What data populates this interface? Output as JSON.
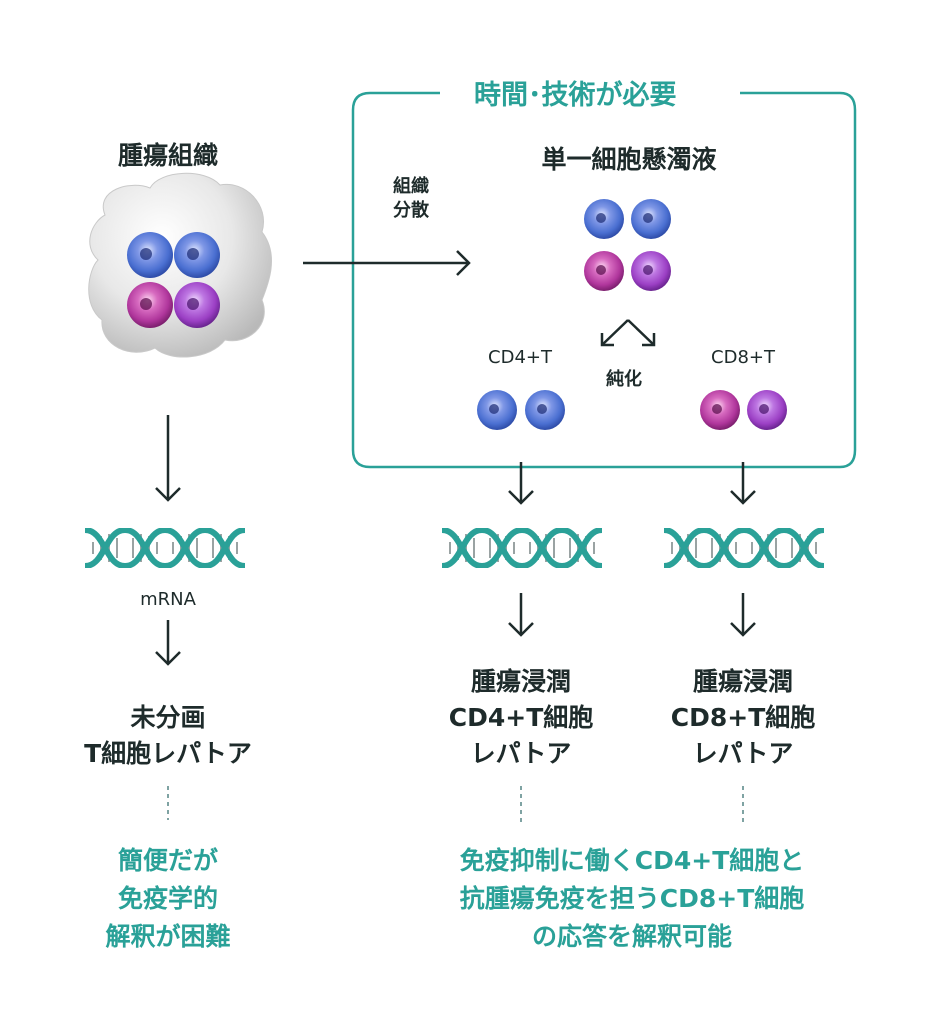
{
  "box": {
    "title": "時間･技術が必要"
  },
  "tumor": {
    "title": "腫瘍組織"
  },
  "process": {
    "dissociation_label": [
      "組織",
      "分散"
    ]
  },
  "suspension": {
    "title": "単一細胞懸濁液"
  },
  "purification": {
    "label": "純化"
  },
  "cells": {
    "cd4_label": "CD4+T",
    "cd8_label": "CD8+T"
  },
  "mrna": {
    "label": "mRNA"
  },
  "outputs": {
    "left": [
      "未分画",
      "T細胞レパトア"
    ],
    "mid": [
      "腫瘍浸潤",
      "CD4+T細胞",
      "レパトア"
    ],
    "right": [
      "腫瘍浸潤",
      "CD8+T細胞",
      "レパトア"
    ]
  },
  "conclusions": {
    "left": [
      "簡便だが",
      "免疫学的",
      "解釈が困難"
    ],
    "right": [
      "免疫抑制に働くCD4+T細胞と",
      "抗腫瘍免疫を担うCD8+T細胞",
      "の応答を解釈可能"
    ]
  },
  "colors": {
    "teal": "#2aa198",
    "dark": "#1e2b2b",
    "blue_cell": "#4a6fd1",
    "magenta_cell": "#b0369c",
    "purple_cell": "#9b3fc4"
  }
}
